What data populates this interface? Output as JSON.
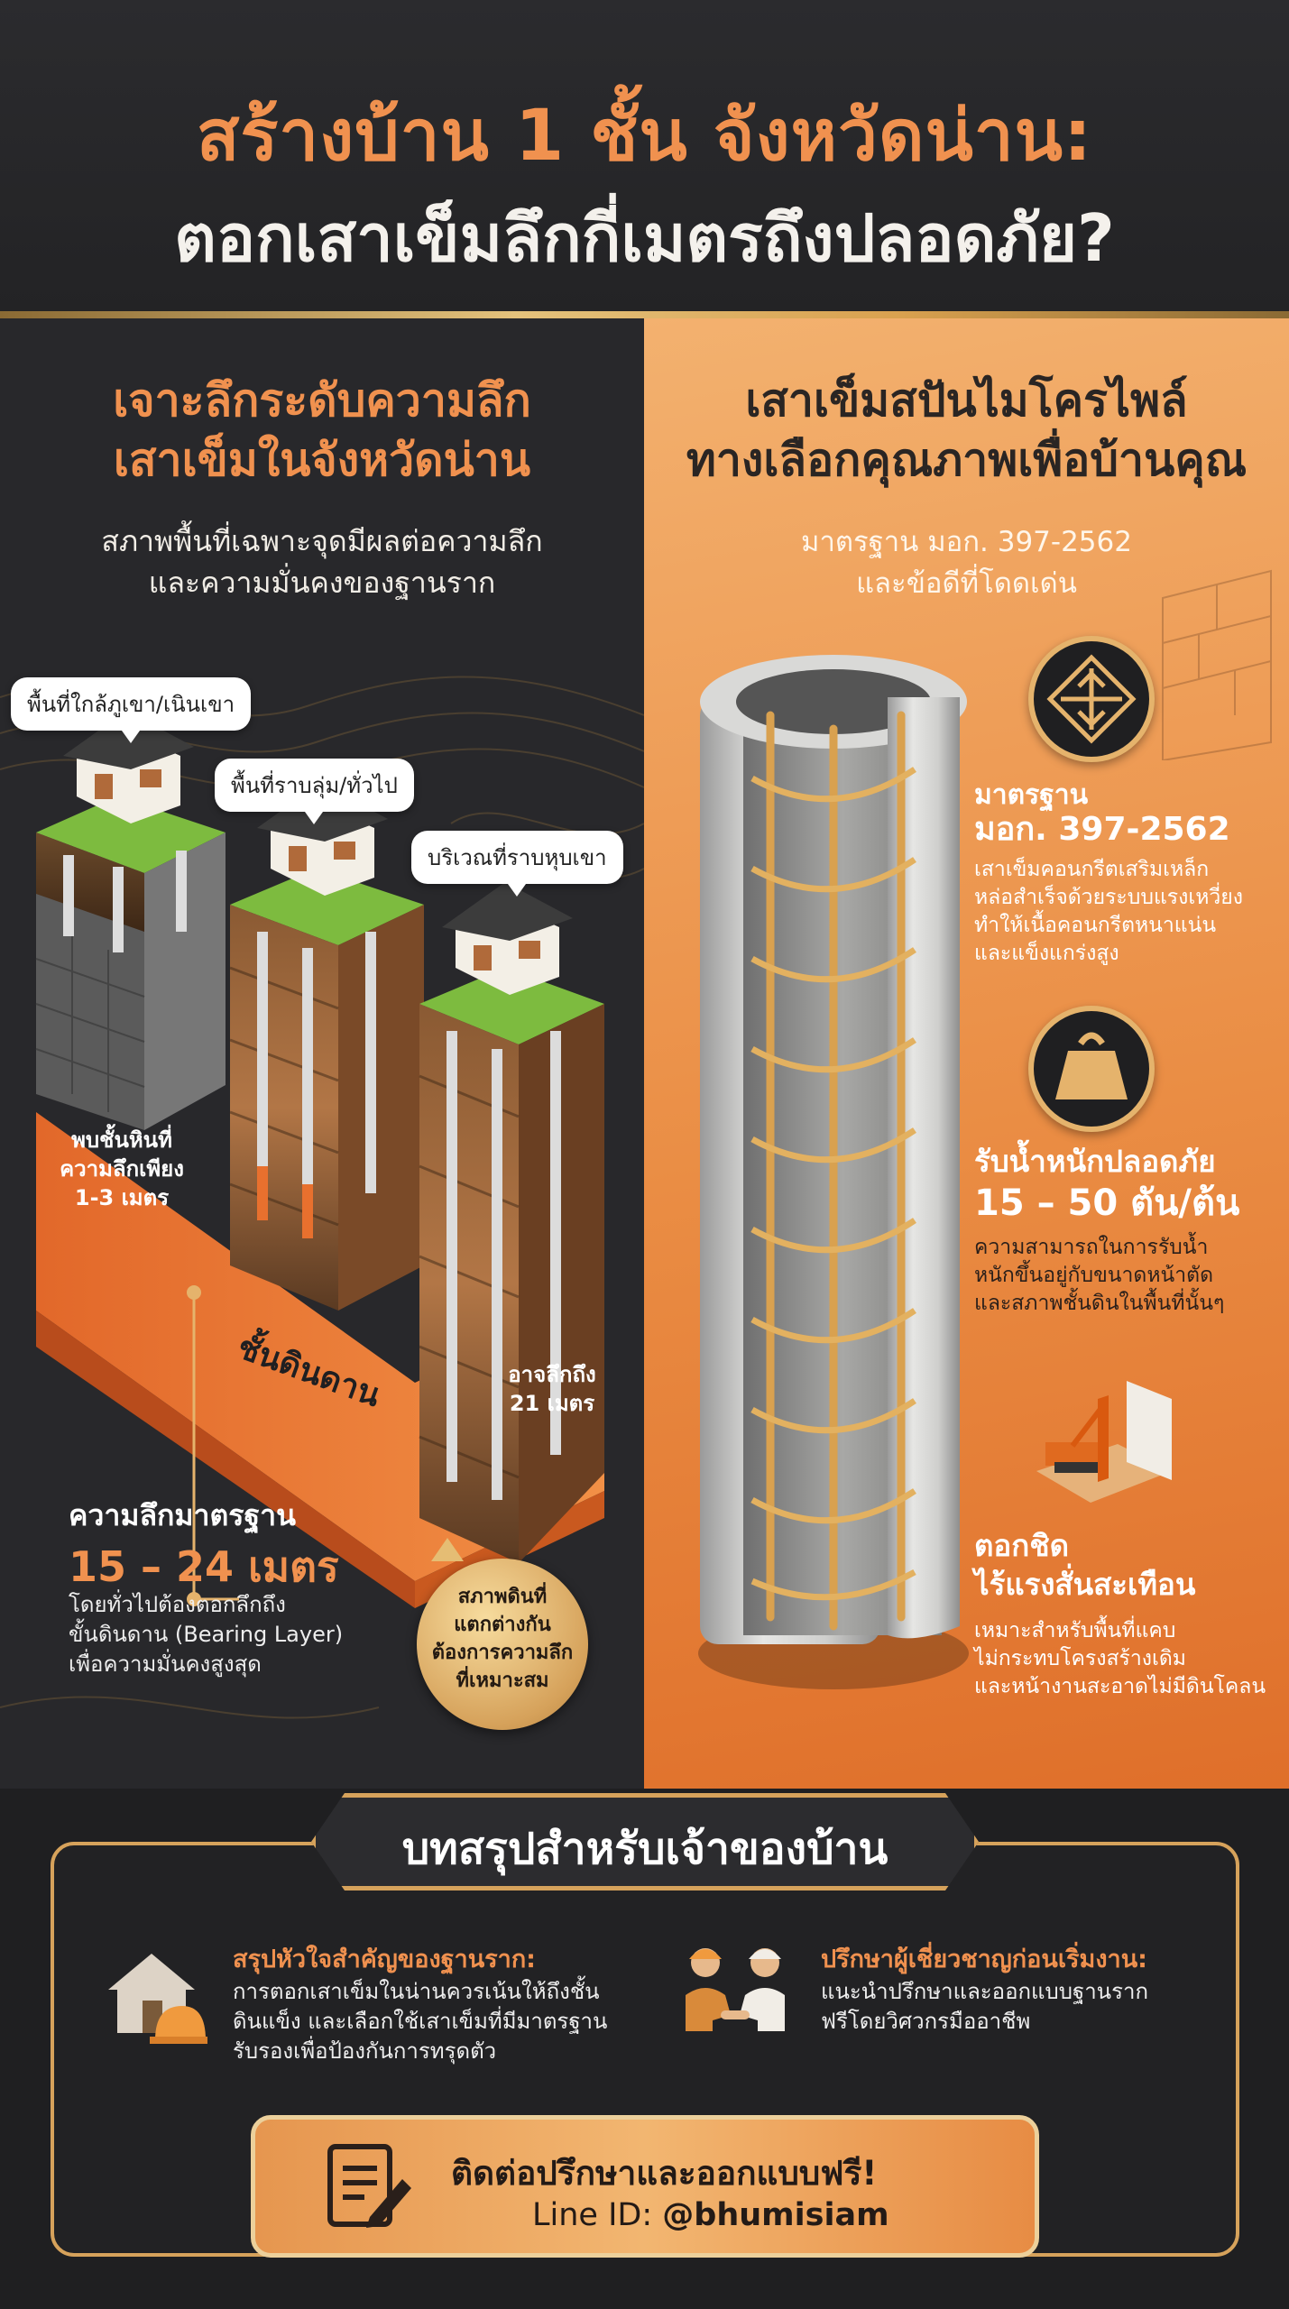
{
  "header": {
    "title_line1": "สร้างบ้าน 1 ชั้น จังหวัดน่าน:",
    "title_line2": "ตอกเสาเข็มลึกกี่เมตรถึงปลอดภัย?"
  },
  "left": {
    "heading_line1": "เจาะลึกระดับความลึก",
    "heading_line2": "เสาเข็มในจังหวัดน่าน",
    "sub_line1": "สภาพพื้นที่เฉพาะจุดมีผลต่อความลึก",
    "sub_line2": "และความมั่นคงของฐานราก",
    "callouts": {
      "mountain": "พื้นที่ใกล้ภูเขา/เนินเขา",
      "lowland": "พื้นที่ราบลุ่ม/ทั่วไป",
      "valley": "บริเวณที่ราบหุบเขา"
    },
    "rock_note": [
      "พบชั้นหินที่",
      "ความลึกเพียง",
      "1-3 เมตร"
    ],
    "hard_soil": "ชั้นดินดาน",
    "deep_note": [
      "อาจลึกถึง",
      "21 เมตร"
    ],
    "standard": {
      "title": "ความลึกมาตรฐาน",
      "value": "15 – 24 เมตร",
      "desc": [
        "โดยทั่วไปต้องตอกลึกถึง",
        "ขั้นดินดาน (Bearing Layer)",
        "เพื่อความมั่นคงสูงสุด"
      ]
    },
    "badge": [
      "สภาพดินที่",
      "แตกต่างกัน",
      "ต้องการความลึก",
      "ที่เหมาะสม"
    ]
  },
  "right": {
    "heading_line1": "เสาเข็มสปันไมโครไพล์",
    "heading_line2": "ทางเลือกคุณภาพเพื่อบ้านคุณ",
    "sub_line1": "มาตรฐาน มอก. 397-2562",
    "sub_line2": "และข้อดีที่โดดเด่น",
    "features": [
      {
        "title1": "มาตรฐาน",
        "title2": "มอก. 397-2562",
        "desc": [
          "เสาเข็มคอนกรีตเสริมเหล็ก",
          "หล่อสำเร็จด้วยระบบแรงเหวี่ยง",
          "ทำให้เนื้อคอนกรีตหนาแน่น",
          "และแข็งแกร่งสูง"
        ]
      },
      {
        "title1": "รับน้ำหนักปลอดภัย",
        "title2": "15 – 50 ตัน/ต้น",
        "desc": [
          "ความสามารถในการรับน้ำ",
          "หนักขึ้นอยู่กับขนาดหน้าตัด",
          "และสภาพชั้นดินในพื้นที่นั้นๆ"
        ]
      },
      {
        "title1": "ตอกชิด",
        "title2": "ไร้แรงสั่นสะเทือน",
        "desc": [
          "เหมาะสำหรับพื้นที่แคบ",
          "ไม่กระทบโครงสร้างเดิม",
          "และหน้างานสะอาดไม่มีดินโคลน"
        ]
      }
    ]
  },
  "summary": {
    "banner": "บทสรุปสำหรับเจ้าของบ้าน",
    "left_title": "สรุปหัวใจสำคัญของฐานราก:",
    "left_desc": [
      "การตอกเสาเข็มในน่านควรเน้นให้ถึงชั้น",
      "ดินแข็ง และเลือกใช้เสาเข็มที่มีมาตรฐาน",
      "รับรองเพื่อป้องกันการทรุดตัว"
    ],
    "right_title": "ปรึกษาผู้เชี่ยวชาญก่อนเริ่มงาน:",
    "right_desc": [
      "แนะนำปรึกษาและออกแบบฐานราก",
      "ฟรีโดยวิศวกรมืออาชีพ"
    ]
  },
  "cta": {
    "title": "ติดต่อปรึกษาและออกแบบฟรี!",
    "line_prefix": "Line ID: ",
    "line_id": "@bhumisiam"
  },
  "colors": {
    "accent_orange": "#f0914f",
    "gold": "#d6a25b",
    "dark_bg": "#28282b"
  },
  "icons": [
    "compass-emblem-icon",
    "weight-icon",
    "pile-driver-icon",
    "house-helmet-icon",
    "engineers-handshake-icon",
    "document-pen-icon"
  ]
}
